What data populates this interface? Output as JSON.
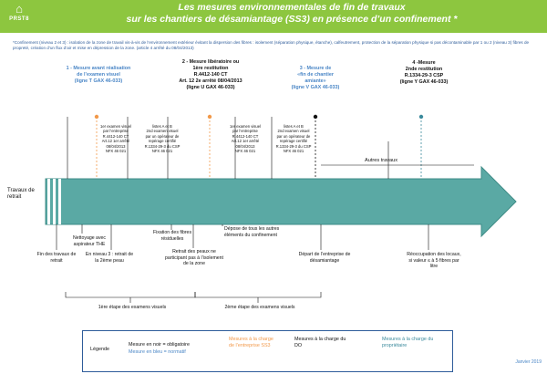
{
  "header": {
    "title_line1": "Les mesures environnementales de fin de travaux",
    "title_line2": "sur les chantiers de désamiantage (SS3) en présence d’un confinement *",
    "logo_text": "PRST8"
  },
  "footnote": "*Confinement (niveau 2 et 3) : isolation de la zone de travail vis-à-vis de l’environnement extérieur évitant la dispersion des fibres : isolement (séparation physique, étanche), calfeutrement, protection de la séparation physique si pas décontaminable par 1 ou 2 (niveau 3) fibres de propreté, création d’un flux d’air et mise en dépression de la zone. (article 4 arrêté du 08/04/2013)",
  "colors": {
    "banner": "#8dc63f",
    "arrow": "#5aa9a4",
    "blue": "#4a86c6",
    "orange": "#f2994a",
    "teal": "#3b8a9c"
  },
  "stages": [
    {
      "line1": "1 - Mesure avant réalisation",
      "line2": "de l’examen visuel",
      "line3": "(ligne T GAX 46-033)"
    },
    {
      "line1": "2 - Mesure libératoire ou",
      "line2": "1ère restitution",
      "line3": "R.4412-140 CT",
      "line4": "Art. 12 2e arrêté 08/04/2013",
      "line5": "(ligne U GAX 46-033)"
    },
    {
      "line1": "3 - Mesure de",
      "line2": "«fin de chantier",
      "line3": "amiante»",
      "line4": "(ligne V GAX 46-033)"
    },
    {
      "line1": "4 -Mesure",
      "line2": "2nde restitution",
      "line3": "R.1334-29-3 CSP",
      "line4": "(ligne Y GAX 46-033)"
    }
  ],
  "boxes": {
    "b1": {
      "l1": "1er examen visuel",
      "l2": "par l’entreprise",
      "l3": "R.4412-140 CT",
      "l4": "Art.12 1er arrêté",
      "l5": "08/04/2013",
      "l6": "NFX 46 021"
    },
    "b2": {
      "l1": "listes A et B",
      "l2": "2nd examen visuel",
      "l3": "par un opérateur de",
      "l4": "repérage certifié",
      "l5": "R.1334-29-3 du CSP",
      "l6": "NFX 46 021"
    },
    "b3": {
      "l1": "1er examen visuel",
      "l2": "par l’entreprise",
      "l3": "R.4412-140 CT",
      "l4": "Art.12 1er arrêté",
      "l5": "08/04/2013",
      "l6": "NFX 46 021"
    },
    "b4": {
      "l1": "listes A et B",
      "l2": "2nd examen visuel",
      "l3": "par un opérateur de",
      "l4": "repérage certifié",
      "l5": "R.1334-29-3 du CSP",
      "l6": "NFX 46 021"
    }
  },
  "arrow": {
    "start_label": "Travaux de retrait",
    "autres": "Autres travaux"
  },
  "events": {
    "fin": "Fin des travaux de retrait",
    "nettoyage": "Nettoyage avec aspirateur THE",
    "niveau3": "En niveau 3 : retrait de la 2ème peau",
    "fixation": "Fixation des fibres résiduelles",
    "retrait_peaux": "Retrait des peaux ne participant pas à l’isolement de la zone",
    "depose": "Dépose de tous les autres éléments du confinement",
    "depart": "Départ de l’entreprise de désamiantage",
    "reoccupation": "Réoccupation des locaux, si valeur ≤ à 5 fibres par litre"
  },
  "etapes": {
    "e1": "1ère étape des examens visuels",
    "e2": "2ème étape des examens visuels"
  },
  "legend": {
    "title": "Légende",
    "black": "Mesure en noir = obligatoire",
    "blue": "Mesure en bleu = normatif",
    "orange": "Mesures à la charge de l’entreprise SS3",
    "do": "Mesures à la charge du DO",
    "proprio": "Mesures à la charge du propriétaire"
  },
  "date": "Janvier 2019"
}
